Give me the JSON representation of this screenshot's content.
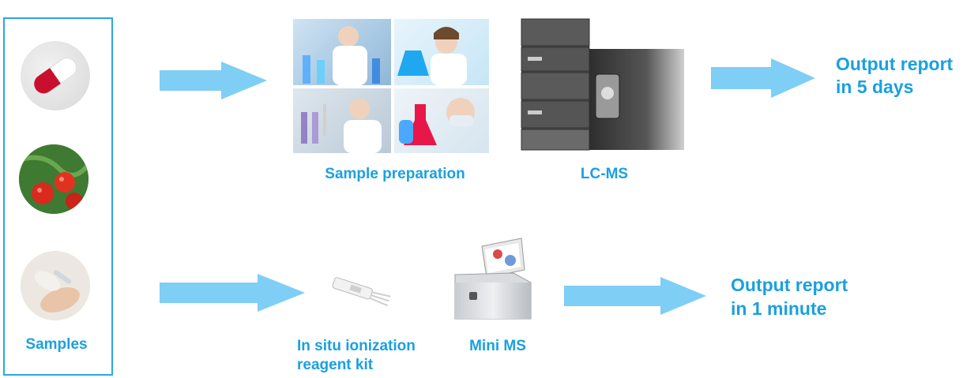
{
  "colors": {
    "accent": "#1aa0e0",
    "arrow": "#7fcef5",
    "box_border": "#2aa7e6"
  },
  "samples": {
    "label": "Samples",
    "items": [
      "pill-capsule",
      "tomatoes",
      "hands-sample"
    ]
  },
  "top_flow": {
    "step1_label": "Sample preparation",
    "step2_label": "LC-MS",
    "output": {
      "line1": "Output report",
      "line2": "in 5 days"
    }
  },
  "bottom_flow": {
    "step1_label_line1": "In situ ionization",
    "step1_label_line2": "reagent kit",
    "step2_label": "Mini MS",
    "output": {
      "line1": "Output report",
      "line2": "in 1 minute"
    }
  },
  "icons": [
    "capsule-icon",
    "tomato-icon",
    "hands-icon",
    "lab-photo-collage",
    "lcms-instrument-icon",
    "reagent-kit-icon",
    "mini-ms-device-icon"
  ]
}
